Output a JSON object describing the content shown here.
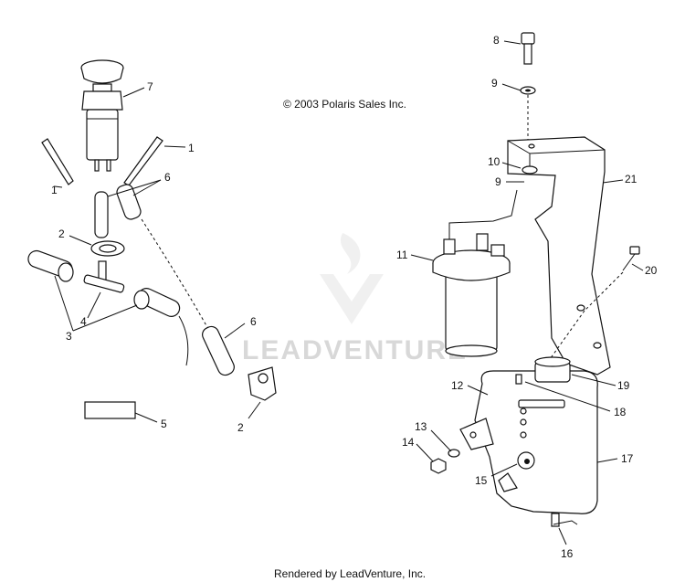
{
  "copyright": "© 2003 Polaris Sales Inc.",
  "footer": "Rendered by LeadVenture, Inc.",
  "watermark": "LEADVENTURE",
  "callouts": {
    "c1a": "1",
    "c1b": "1",
    "c2a": "2",
    "c2b": "2",
    "c3": "3",
    "c4": "4",
    "c5": "5",
    "c6a": "6",
    "c6b": "6",
    "c7": "7",
    "c8": "8",
    "c9a": "9",
    "c9b": "9",
    "c10": "10",
    "c11": "11",
    "c12": "12",
    "c13": "13",
    "c14": "14",
    "c15": "15",
    "c16": "16",
    "c17": "17",
    "c18": "18",
    "c19": "19",
    "c20": "20",
    "c21": "21"
  }
}
